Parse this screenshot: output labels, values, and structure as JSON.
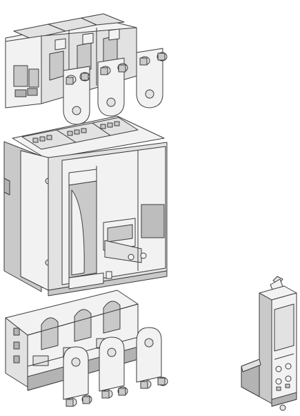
{
  "components": [
    {
      "id": "top-terminal-shield",
      "label": ""
    },
    {
      "id": "top-connection-spreaders",
      "label": ""
    },
    {
      "id": "circuit-breaker",
      "label": ""
    },
    {
      "id": "bottom-terminal-shield",
      "label": ""
    },
    {
      "id": "bottom-connection-spreaders",
      "label": ""
    },
    {
      "id": "trip-unit-module",
      "label": ""
    }
  ],
  "colors": {
    "stroke": "#3a3a3a",
    "light_fill": "#f2f2f2",
    "mid_fill": "#e2e2e2",
    "dark_fill": "#c9c9c9",
    "shadow_fill": "#b3b3b3",
    "window_fill": "#bdbdbd"
  }
}
